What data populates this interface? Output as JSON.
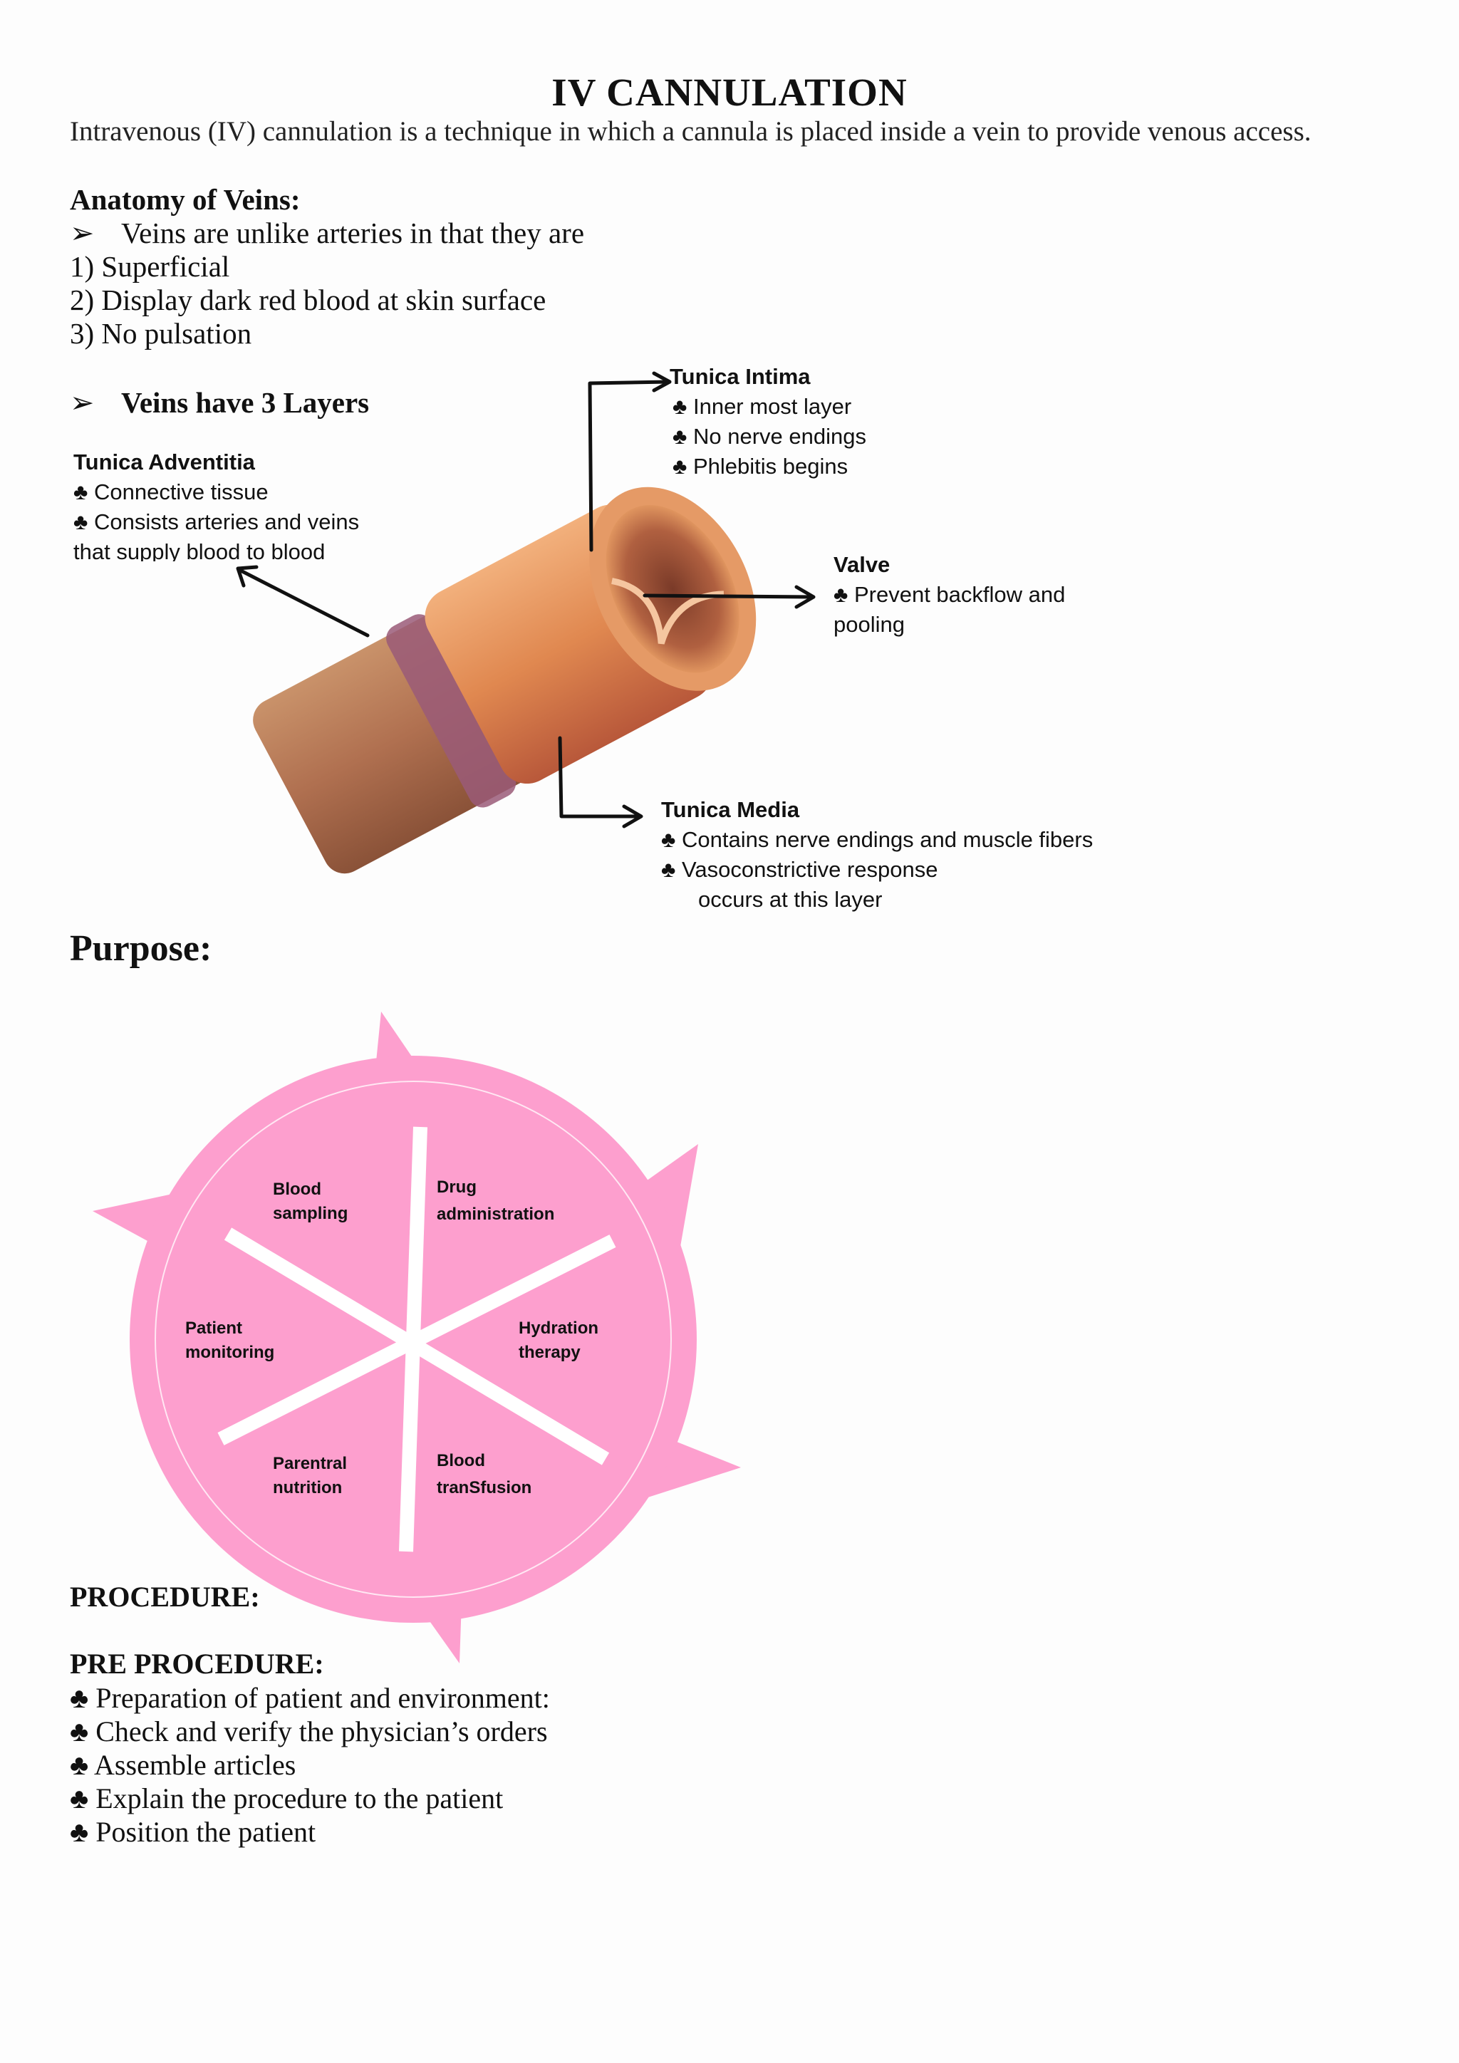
{
  "title": "IV CANNULATION",
  "intro": "Intravenous (IV) cannulation is a technique in which a cannula is placed inside a vein to provide venous access.",
  "anatomy": {
    "heading": "Anatomy of Veins:",
    "bullet_marker": "➢",
    "bullet_text": "Veins are unlike arteries in that they are",
    "items": [
      "1) Superficial",
      "2) Display dark red blood at skin surface",
      "3) No pulsation"
    ],
    "layers_heading": "Veins have 3 Layers"
  },
  "diagram": {
    "club": "♣",
    "adventitia": {
      "title": "Tunica Adventitia",
      "lines": [
        "Connective tissue",
        "Consists arteries and veins"
      ],
      "continuation": "that supply blood to blood"
    },
    "intima": {
      "title": "Tunica Intima",
      "lines": [
        "Inner most layer",
        "No nerve endings",
        "Phlebitis begins"
      ]
    },
    "valve": {
      "title": "Valve",
      "line1": "Prevent backflow and",
      "line2": "pooling"
    },
    "media": {
      "title": "Tunica Media",
      "lines": [
        "Contains nerve endings and muscle fibers",
        "Vasoconstrictive response"
      ],
      "continuation": "occurs at this layer"
    }
  },
  "purpose": {
    "heading": "Purpose:",
    "segments": {
      "blood_sampling": [
        "Blood",
        "sampling"
      ],
      "drug_administration": [
        "Drug",
        "administration"
      ],
      "hydration_therapy": [
        "Hydration",
        "therapy"
      ],
      "blood_transfusion": [
        "Blood",
        "tranSfusion"
      ],
      "parentral_nutrition": [
        "Parentral",
        "nutrition"
      ],
      "patient_monitoring": [
        "Patient",
        "monitoring"
      ]
    },
    "wheel_color": "#fd9fce"
  },
  "procedure": {
    "heading": "PROCEDURE:",
    "pre_heading": "PRE PROCEDURE:",
    "club": "♣",
    "items": [
      "Preparation of patient and environment:",
      "Check and verify the physician’s orders",
      "Assemble articles",
      "Explain the procedure to the patient",
      "Position the patient"
    ]
  }
}
